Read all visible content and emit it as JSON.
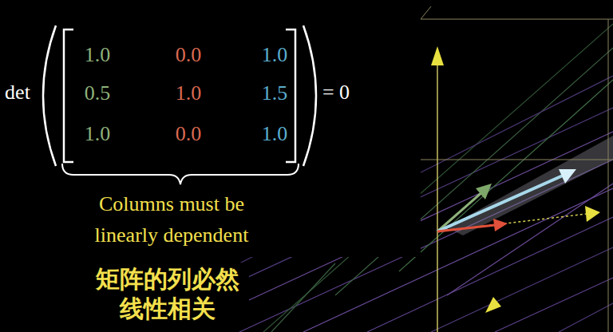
{
  "diagram": {
    "caption": "矩阵的列必然 线性相关",
    "labels": [
      "det",
      "1.0",
      "0.0",
      "1.0",
      "0.5",
      "1.0",
      "1.5",
      "1.0",
      "0.0",
      "1.0",
      "= 0",
      "Columns must be linearly dependent"
    ]
  }
}
